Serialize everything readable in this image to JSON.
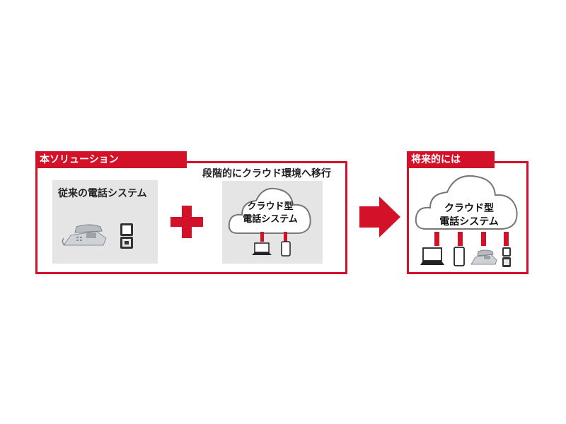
{
  "solution_panel": {
    "title": "本ソリューション",
    "legacy_label": "従来の電話システム",
    "migration_label": "段階的にクラウド環境へ移行",
    "cloud_line1": "クラウド型",
    "cloud_line2": "電話システム"
  },
  "future_panel": {
    "title": "将来的には",
    "cloud_line1": "クラウド型",
    "cloud_line2": "電話システム"
  },
  "colors": {
    "accent": "#d3122a",
    "gray": "#e5e5e5",
    "cloud_stroke": "#777777"
  },
  "icons": [
    "desk-phone-icon",
    "flip-phone-icon",
    "plus-icon",
    "laptop-icon",
    "smartphone-icon",
    "arrow-right-icon"
  ]
}
